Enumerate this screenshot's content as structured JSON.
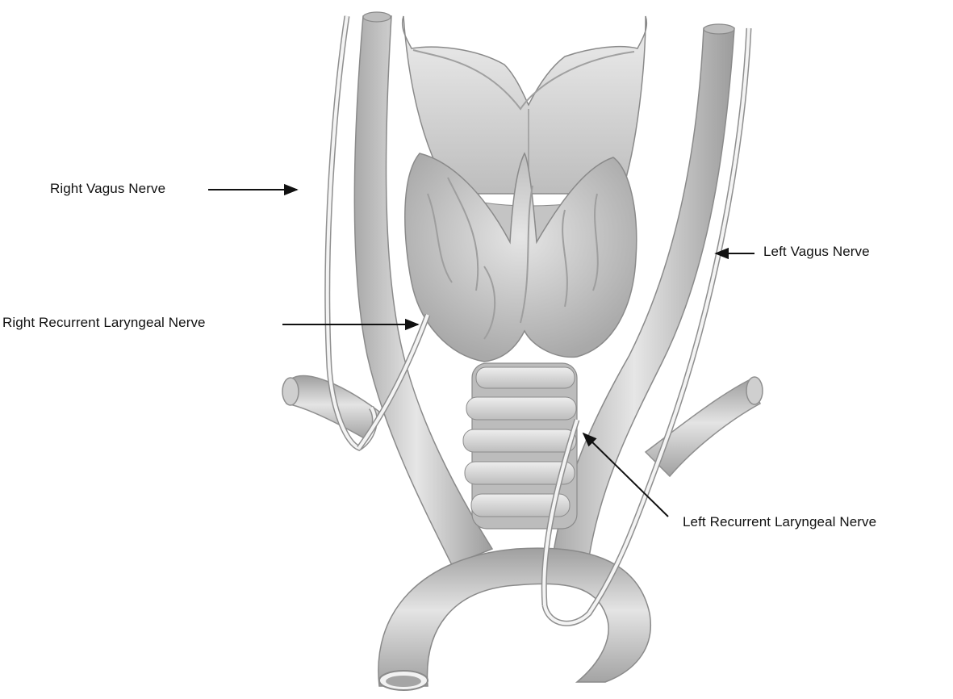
{
  "labels": {
    "right_vagus": "Right Vagus Nerve",
    "left_vagus": "Left Vagus Nerve",
    "right_recurrent": "Right Recurrent Laryngeal Nerve",
    "left_recurrent": "Left Recurrent Laryngeal Nerve"
  },
  "colors": {
    "vessel": "#c9c9c9",
    "cartilage": "#dcdcdc",
    "thyroid": "#cfcfcf",
    "nerve": "#f2f2f2",
    "outline": "#8a8a8a",
    "arrow": "#111111"
  }
}
